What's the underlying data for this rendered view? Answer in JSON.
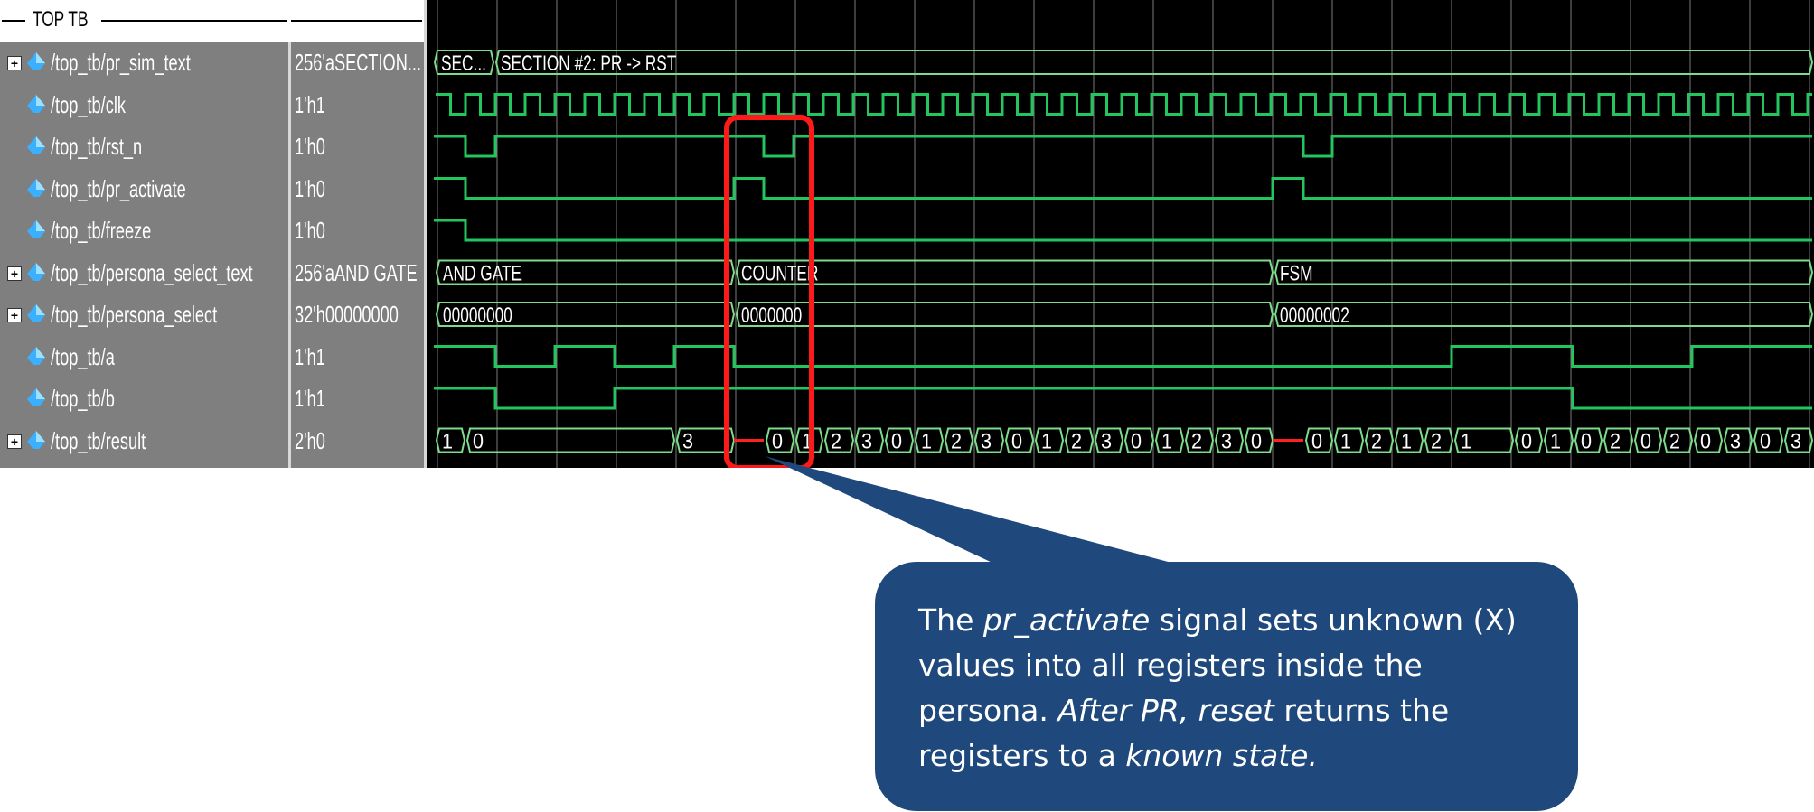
{
  "group_title": "TOP TB",
  "signals": [
    {
      "name": "/top_tb/pr_sim_text",
      "value": "256'aSECTION...",
      "expandable": true
    },
    {
      "name": "/top_tb/clk",
      "value": "1'h1",
      "expandable": false
    },
    {
      "name": "/top_tb/rst_n",
      "value": "1'h0",
      "expandable": false
    },
    {
      "name": "/top_tb/pr_activate",
      "value": "1'h0",
      "expandable": false
    },
    {
      "name": "/top_tb/freeze",
      "value": "1'h0",
      "expandable": false
    },
    {
      "name": "/top_tb/persona_select_text",
      "value": "256'aAND GATE",
      "expandable": true
    },
    {
      "name": "/top_tb/persona_select",
      "value": "32'h00000000",
      "expandable": true
    },
    {
      "name": "/top_tb/a",
      "value": "1'h1",
      "expandable": false
    },
    {
      "name": "/top_tb/b",
      "value": "1'h1",
      "expandable": false
    },
    {
      "name": "/top_tb/result",
      "value": "2'h0",
      "expandable": true
    }
  ],
  "expand_glyph": "+",
  "waves": {
    "pr_sim_text": [
      "SEC...",
      "SECTION #2: PR -> RST"
    ],
    "persona_select_text": [
      "AND GATE",
      "COUNTER",
      "FSM"
    ],
    "persona_select": [
      "00000000",
      "0000000",
      "00000002"
    ],
    "result": [
      "1",
      "0",
      "3",
      "0",
      "1",
      "2",
      "3",
      "0",
      "1",
      "2",
      "3",
      "0",
      "1",
      "2",
      "3",
      "0",
      "1",
      "2",
      "3",
      "0",
      "0",
      "1",
      "2",
      "1",
      "2",
      "1",
      "0",
      "1",
      "0",
      "2",
      "0",
      "2",
      "0",
      "3",
      "0",
      "3"
    ]
  },
  "callout": {
    "parts": [
      {
        "text": "The ",
        "italic": false
      },
      {
        "text": "pr_activate",
        "italic": true
      },
      {
        "text": " signal sets unknown (X) values into all registers inside the persona. ",
        "italic": false
      },
      {
        "text": "After PR, reset",
        "italic": true
      },
      {
        "text": " returns the registers to a ",
        "italic": false
      },
      {
        "text": "known state.",
        "italic": true
      }
    ]
  },
  "colors": {
    "wave": "#22c55e",
    "bus": "#7ddc8a",
    "unknown": "#ff2020",
    "highlight": "#ff1a1a",
    "callout_bg": "#1f497d",
    "panel_bg": "#7f7f7f",
    "diamond": "#3ab0ff"
  },
  "icons": {
    "signal": "diamond-icon",
    "expand": "plus-box-icon"
  }
}
